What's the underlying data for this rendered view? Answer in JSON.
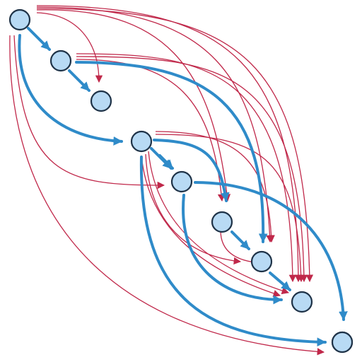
{
  "diagram": {
    "type": "directed-graph",
    "colors": {
      "background": "#ffffff",
      "node_fill": "#b8daf4",
      "node_stroke": "#1f3348",
      "tree_edge": "#2f8bc9",
      "other_edge": "#c0284a"
    },
    "nodes": [
      {
        "id": "n1"
      },
      {
        "id": "n2"
      },
      {
        "id": "n3"
      },
      {
        "id": "n4"
      },
      {
        "id": "n5"
      },
      {
        "id": "n6"
      },
      {
        "id": "n7"
      },
      {
        "id": "n8"
      },
      {
        "id": "n9"
      },
      {
        "id": "n10"
      }
    ],
    "tree_edges": [
      {
        "from": "n1",
        "to": "n2"
      },
      {
        "from": "n2",
        "to": "n3"
      },
      {
        "from": "n1",
        "to": "n4"
      },
      {
        "from": "n2",
        "to": "n7"
      },
      {
        "from": "n4",
        "to": "n5"
      },
      {
        "from": "n4",
        "to": "n9"
      },
      {
        "from": "n4",
        "to": "n10"
      },
      {
        "from": "n4",
        "to": "n6"
      },
      {
        "from": "n5",
        "to": "n8"
      },
      {
        "from": "n5",
        "to": "n10"
      },
      {
        "from": "n6",
        "to": "n7"
      },
      {
        "from": "n7",
        "to": "n9"
      }
    ],
    "other_edges": [
      {
        "from": "n1",
        "to": "n3"
      },
      {
        "from": "n1",
        "to": "n6"
      },
      {
        "from": "n1",
        "to": "n7"
      },
      {
        "from": "n1",
        "to": "n8"
      },
      {
        "from": "n1",
        "to": "n9"
      },
      {
        "from": "n1",
        "to": "n5"
      },
      {
        "from": "n1",
        "to": "n10"
      },
      {
        "from": "n2",
        "to": "n8"
      },
      {
        "from": "n2",
        "to": "n9"
      },
      {
        "from": "n2",
        "to": "n6"
      },
      {
        "from": "n4",
        "to": "n7"
      },
      {
        "from": "n4",
        "to": "n8"
      },
      {
        "from": "n5",
        "to": "n6"
      },
      {
        "from": "n5",
        "to": "n7"
      },
      {
        "from": "n5",
        "to": "n9"
      },
      {
        "from": "n6",
        "to": "n8"
      }
    ]
  }
}
